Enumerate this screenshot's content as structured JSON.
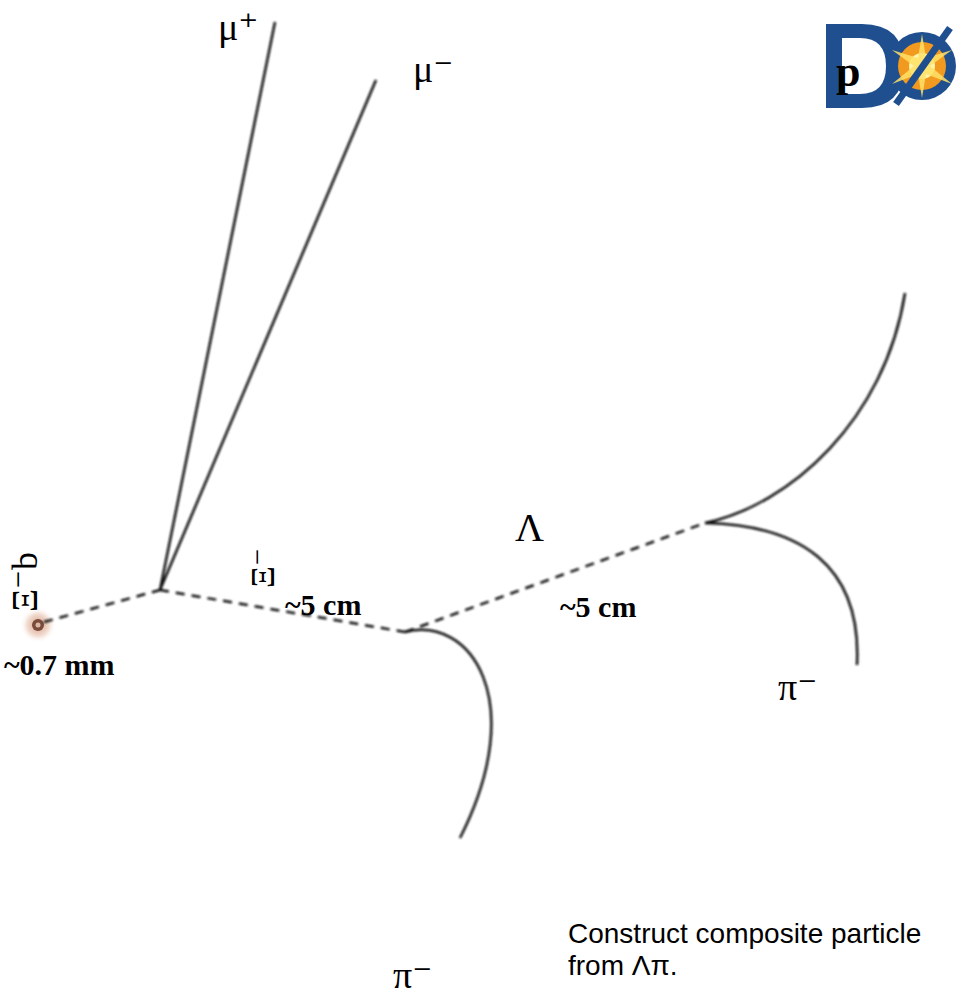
{
  "diagram": {
    "labels": [
      "μ⁺",
      "μ⁻",
      "p",
      "Λ",
      "Ξ⁻b",
      "Ξ⁻",
      "~5 cm",
      "~5 cm",
      "~0.7 mm",
      "π⁻",
      "π⁻",
      "Construct composite particle from Λπ."
    ]
  }
}
